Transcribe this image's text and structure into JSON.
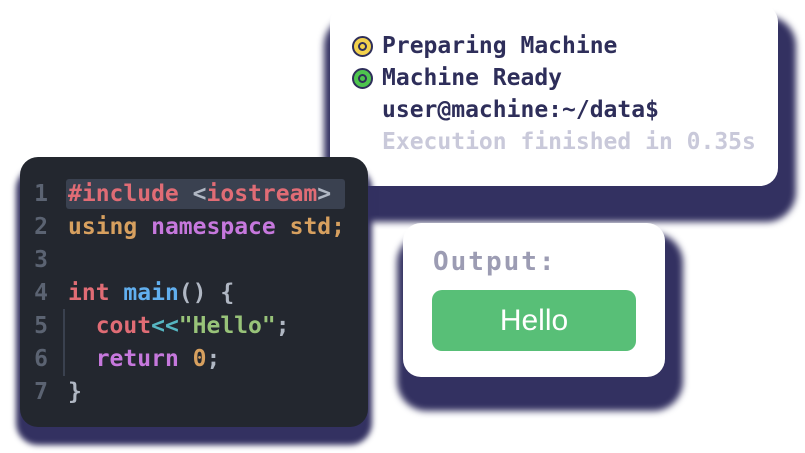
{
  "palette": {
    "shadow": "#333161",
    "navy_text": "#2e2e5a",
    "muted_text": "#c9c9da",
    "label_gray": "#9c9cb3",
    "button_green": "#58bf77",
    "status_yellow": "#f2d14d",
    "status_green": "#4ec44e",
    "editor_bg": "#23272f",
    "highlight_row": "#3a4150",
    "line_number": "#5b6372",
    "tokens": {
      "red": "#e06c75",
      "orange": "#d7a05f",
      "purple": "#c678dd",
      "blue": "#61afef",
      "cyan": "#56b6c2",
      "green": "#98c379",
      "plain": "#b0b7c3"
    }
  },
  "terminal": {
    "lines": [
      {
        "status": "pending",
        "text": "Preparing Machine",
        "muted": false
      },
      {
        "status": "ready",
        "text": "Machine Ready",
        "muted": false
      },
      {
        "status": null,
        "text": "user@machine:~/data$",
        "muted": false
      },
      {
        "status": null,
        "text": "Execution finished in 0.35s",
        "muted": true
      }
    ]
  },
  "editor": {
    "language": "cpp",
    "lines": [
      {
        "number": "1",
        "highlight": true,
        "guide": false,
        "tokens": [
          {
            "t": "#include",
            "c": "red"
          },
          {
            "t": " ",
            "c": "plain"
          },
          {
            "t": "<",
            "c": "plain"
          },
          {
            "t": "iostream",
            "c": "red"
          },
          {
            "t": ">",
            "c": "plain"
          }
        ]
      },
      {
        "number": "2",
        "highlight": false,
        "guide": false,
        "tokens": [
          {
            "t": "using",
            "c": "orange"
          },
          {
            "t": " ",
            "c": "plain"
          },
          {
            "t": "namespace",
            "c": "purple"
          },
          {
            "t": " ",
            "c": "plain"
          },
          {
            "t": "std",
            "c": "orange"
          },
          {
            "t": ";",
            "c": "orange"
          }
        ]
      },
      {
        "number": "3",
        "highlight": false,
        "guide": false,
        "tokens": []
      },
      {
        "number": "4",
        "highlight": false,
        "guide": false,
        "tokens": [
          {
            "t": "int",
            "c": "red"
          },
          {
            "t": " ",
            "c": "plain"
          },
          {
            "t": "main",
            "c": "blue"
          },
          {
            "t": "()",
            "c": "plain"
          },
          {
            "t": " {",
            "c": "plain"
          }
        ]
      },
      {
        "number": "5",
        "highlight": false,
        "guide": true,
        "tokens": [
          {
            "t": "  ",
            "c": "plain"
          },
          {
            "t": "cout",
            "c": "red"
          },
          {
            "t": "<<",
            "c": "cyan"
          },
          {
            "t": "\"Hello\"",
            "c": "green"
          },
          {
            "t": ";",
            "c": "plain"
          }
        ]
      },
      {
        "number": "6",
        "highlight": false,
        "guide": true,
        "tokens": [
          {
            "t": "  ",
            "c": "plain"
          },
          {
            "t": "return",
            "c": "purple"
          },
          {
            "t": " ",
            "c": "plain"
          },
          {
            "t": "0",
            "c": "orange"
          },
          {
            "t": ";",
            "c": "plain"
          }
        ]
      },
      {
        "number": "7",
        "highlight": false,
        "guide": false,
        "tokens": [
          {
            "t": "}",
            "c": "plain"
          }
        ]
      }
    ]
  },
  "output": {
    "label": "Output:",
    "button_label": "Hello"
  }
}
